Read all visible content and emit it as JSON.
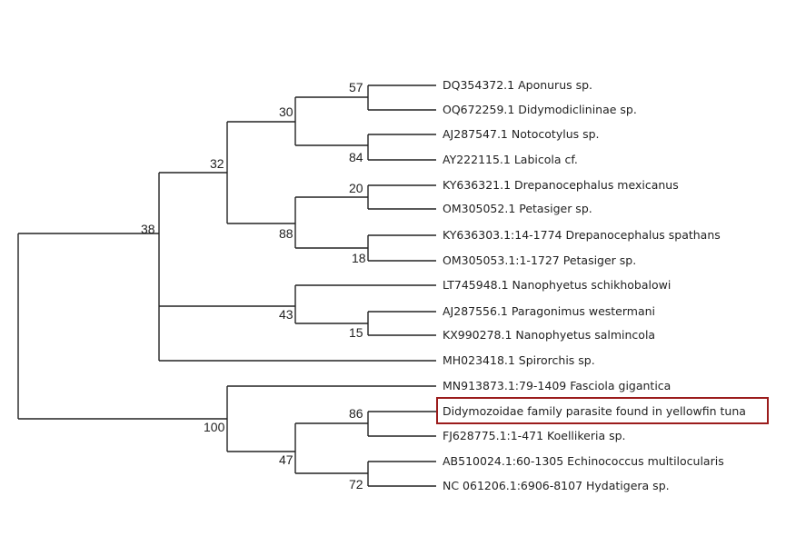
{
  "tree": {
    "taxa": [
      "DQ354372.1 Aponurus sp.",
      "OQ672259.1 Didymodiclininae sp.",
      "AJ287547.1 Notocotylus sp.",
      "AY222115.1 Labicola cf.",
      "KY636321.1 Drepanocephalus mexicanus",
      "OM305052.1 Petasiger sp.",
      "KY636303.1:14-1774 Drepanocephalus spathans",
      "OM305053.1:1-1727 Petasiger sp.",
      "LT745948.1 Nanophyetus schikhobalowi",
      "AJ287556.1 Paragonimus westermani",
      "KX990278.1 Nanophyetus salmincola",
      "MH023418.1 Spirorchis sp.",
      "MN913873.1:79-1409 Fasciola gigantica",
      "Didymozoidae family parasite found in yellowfin tuna",
      "FJ628775.1:1-471 Koellikeria sp.",
      "AB510024.1:60-1305 Echinococcus multilocularis",
      "NC 061206.1:6906-8107 Hydatigera sp."
    ],
    "highlighted_taxon": "Didymozoidae family parasite found in yellowfin tuna",
    "support_values": {
      "n57": "57",
      "n84": "84",
      "n30": "30",
      "n20": "20",
      "n18": "18",
      "n88": "88",
      "n32": "32",
      "n15": "15",
      "n43": "43",
      "n38": "38",
      "n86": "86",
      "n72": "72",
      "n47": "47",
      "n100": "100"
    },
    "colors": {
      "branch": "#222222",
      "highlight": "#9b1c1c"
    }
  }
}
